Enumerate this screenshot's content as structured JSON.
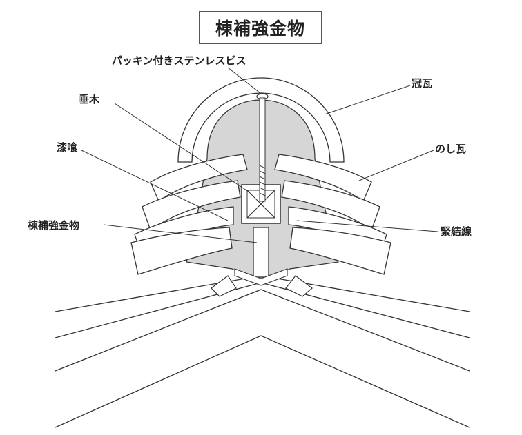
{
  "title": "棟補強金物",
  "labels": {
    "screw": "パッキン付きステンレスビス",
    "rafter": "垂木",
    "plaster": "漆喰",
    "reinforce": "棟補強金物",
    "crown_tile": "冠瓦",
    "noshi_tile": "のし瓦",
    "tie_wire": "緊結線"
  },
  "colors": {
    "line": "#333333",
    "tile_fill": "#ffffff",
    "plaster_fill": "#d6d6d6",
    "background": "#ffffff"
  }
}
